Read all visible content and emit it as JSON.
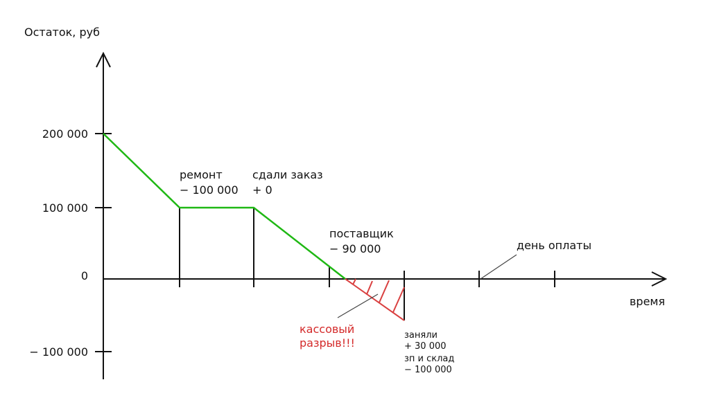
{
  "y_axis_label": "Остаток, руб",
  "x_axis_label": "время",
  "y_ticks": [
    "200 000",
    "100 000",
    "0",
    "− 100 000"
  ],
  "events": {
    "repair": {
      "line1": "ремонт",
      "line2": "− 100 000"
    },
    "order": {
      "line1": "сдали заказ",
      "line2": "+ 0"
    },
    "supplier": {
      "line1": "поставщик",
      "line2": "− 90 000"
    },
    "payday": "день оплаты",
    "loan": {
      "line1": "заняли",
      "line2": "+ 30 000",
      "line3": "зп и склад",
      "line4": "− 100 000"
    }
  },
  "cash_gap": {
    "line1": "кассовый",
    "line2": "разрыв!!!"
  },
  "colors": {
    "balance_line": "#1fb814",
    "gap": "#d94040",
    "axis": "#111111"
  },
  "chart_data": {
    "type": "line",
    "title": "",
    "xlabel": "время",
    "ylabel": "Остаток, руб",
    "ylim": [
      -140000,
      300000
    ],
    "series": [
      {
        "name": "balance",
        "x": [
          0,
          1,
          2,
          3.2
        ],
        "y": [
          200000,
          100000,
          100000,
          0
        ]
      },
      {
        "name": "cash gap",
        "x": [
          3.2,
          4
        ],
        "y": [
          0,
          -57000
        ]
      }
    ]
  }
}
